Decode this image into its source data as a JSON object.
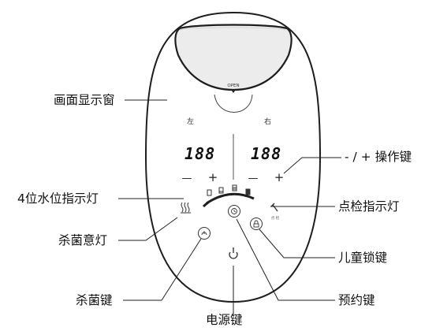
{
  "device": {
    "open_label": "OPEN",
    "left_label": "左",
    "right_label": "右",
    "left_display": "188",
    "right_display": "188",
    "minus_symbol": "—",
    "plus_symbol": "+",
    "sterilize_indicator_text": "",
    "sterilize_button_text": "",
    "schedule_button_text": "",
    "child_lock_button_text": "",
    "power_button_text": "",
    "inspect_indicator_text": "点 检"
  },
  "callouts": {
    "display_window": "画面显示窗",
    "plus_minus_keys": "- / +  操作键",
    "water_level_lights": "4位水位指示灯",
    "inspect_light": "点检指示灯",
    "sterilize_light": "杀菌意灯",
    "child_lock_key": "儿童锁键",
    "sterilize_key": "杀菌键",
    "schedule_key": "预约键",
    "power_key": "电源键"
  },
  "colors": {
    "outline": "#1e1e1e",
    "callout_line": "#222222",
    "display_text": "#111111"
  }
}
